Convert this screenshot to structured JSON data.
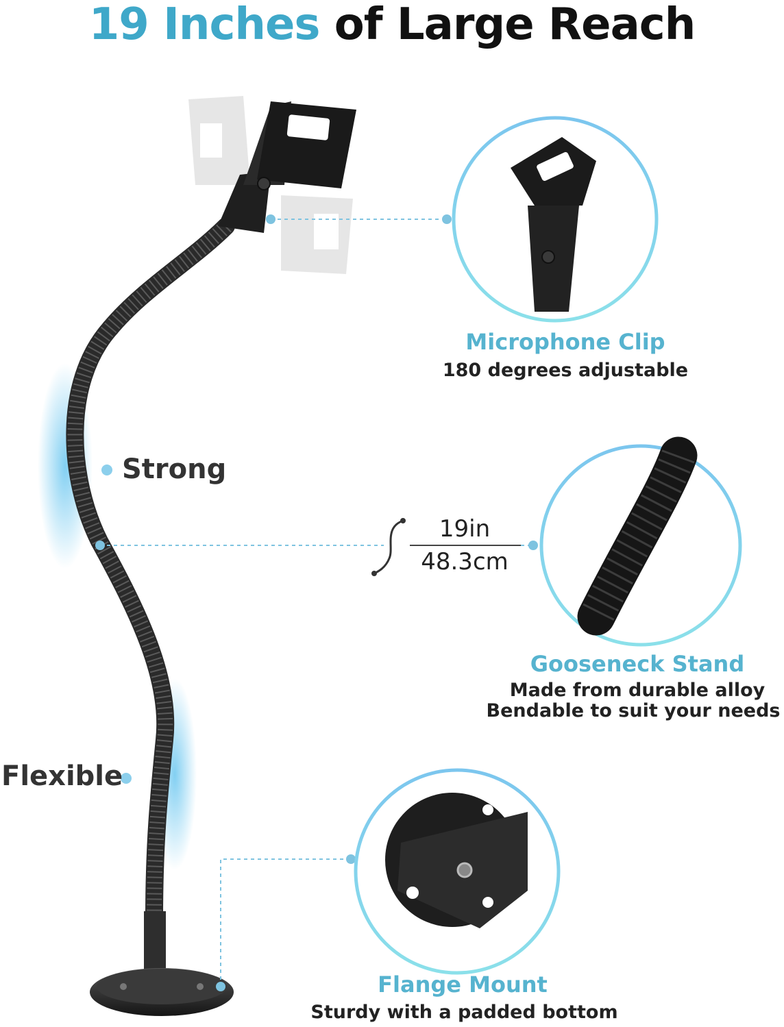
{
  "header": {
    "title_accent": "19 Inches",
    "title_rest": "of Large Reach"
  },
  "colors": {
    "accent": "#3fa8c9",
    "caption_title": "#56b3cf",
    "ring": "#7fd0ea",
    "stand": "#1c1c1c"
  },
  "labels": {
    "strong": "Strong",
    "flexible": "Flexible"
  },
  "measurement": {
    "inches": "19in",
    "centimeters": "48.3cm"
  },
  "features": [
    {
      "title": "Microphone Clip",
      "lines": [
        "180 degrees adjustable"
      ]
    },
    {
      "title": "Gooseneck Stand",
      "lines": [
        "Made from durable alloy",
        "Bendable to suit your needs"
      ]
    },
    {
      "title": "Flange Mount",
      "lines": [
        "Sturdy with a padded bottom"
      ]
    }
  ]
}
